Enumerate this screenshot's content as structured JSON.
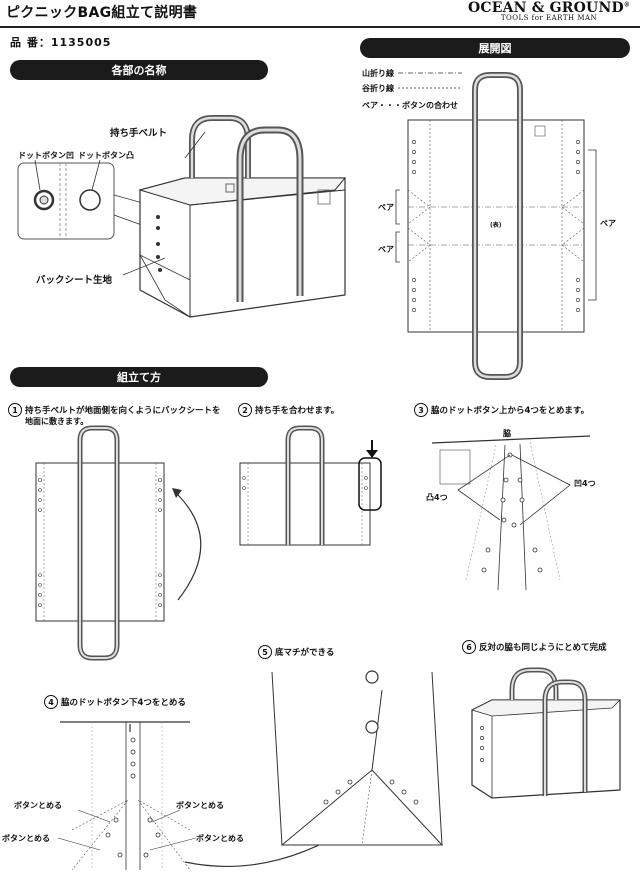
{
  "header": {
    "title": "ピクニックBAG組立て説明書",
    "brand_name": "OCEAN & GROUND",
    "brand_mark": "®",
    "brand_tagline": "TOOLS for EARTH MAN",
    "product_no": "品 番：1135005"
  },
  "sections": {
    "parts": "各部の名称",
    "unfolded": "展開図",
    "assembly": "組立て方"
  },
  "parts": {
    "handle": "持ち手ベルト",
    "dot_concave": "ドットボタン凹",
    "dot_convex": "ドットボタン凸",
    "sheet": "バックシート生地"
  },
  "legend": {
    "mountain": "山折り線",
    "valley": "谷折り線",
    "pair": "ペア・・・ボタンの合わせ"
  },
  "unfolded_labels": {
    "pair": "ペア",
    "center_mark": "(表)"
  },
  "steps": [
    {
      "num": "1",
      "line1": "持ち手ベルトが地面側を向くようにバックシートを",
      "line2": "地面に敷きます。"
    },
    {
      "num": "2",
      "line1": "持ち手を合わせます。"
    },
    {
      "num": "3",
      "line1": "脇のドットボタン上から4つをとめます。"
    },
    {
      "num": "4",
      "line1": "脇のドットボタン下4つをとめる"
    },
    {
      "num": "5",
      "line1": "底マチができる"
    },
    {
      "num": "6",
      "line1": "反対の脇も同じようにとめて完成"
    }
  ],
  "step3_labels": {
    "side": "脇",
    "concave4": "凹4つ",
    "convex4": "凸4つ"
  },
  "step4_labels": {
    "fasten": "ボタンとめる"
  }
}
